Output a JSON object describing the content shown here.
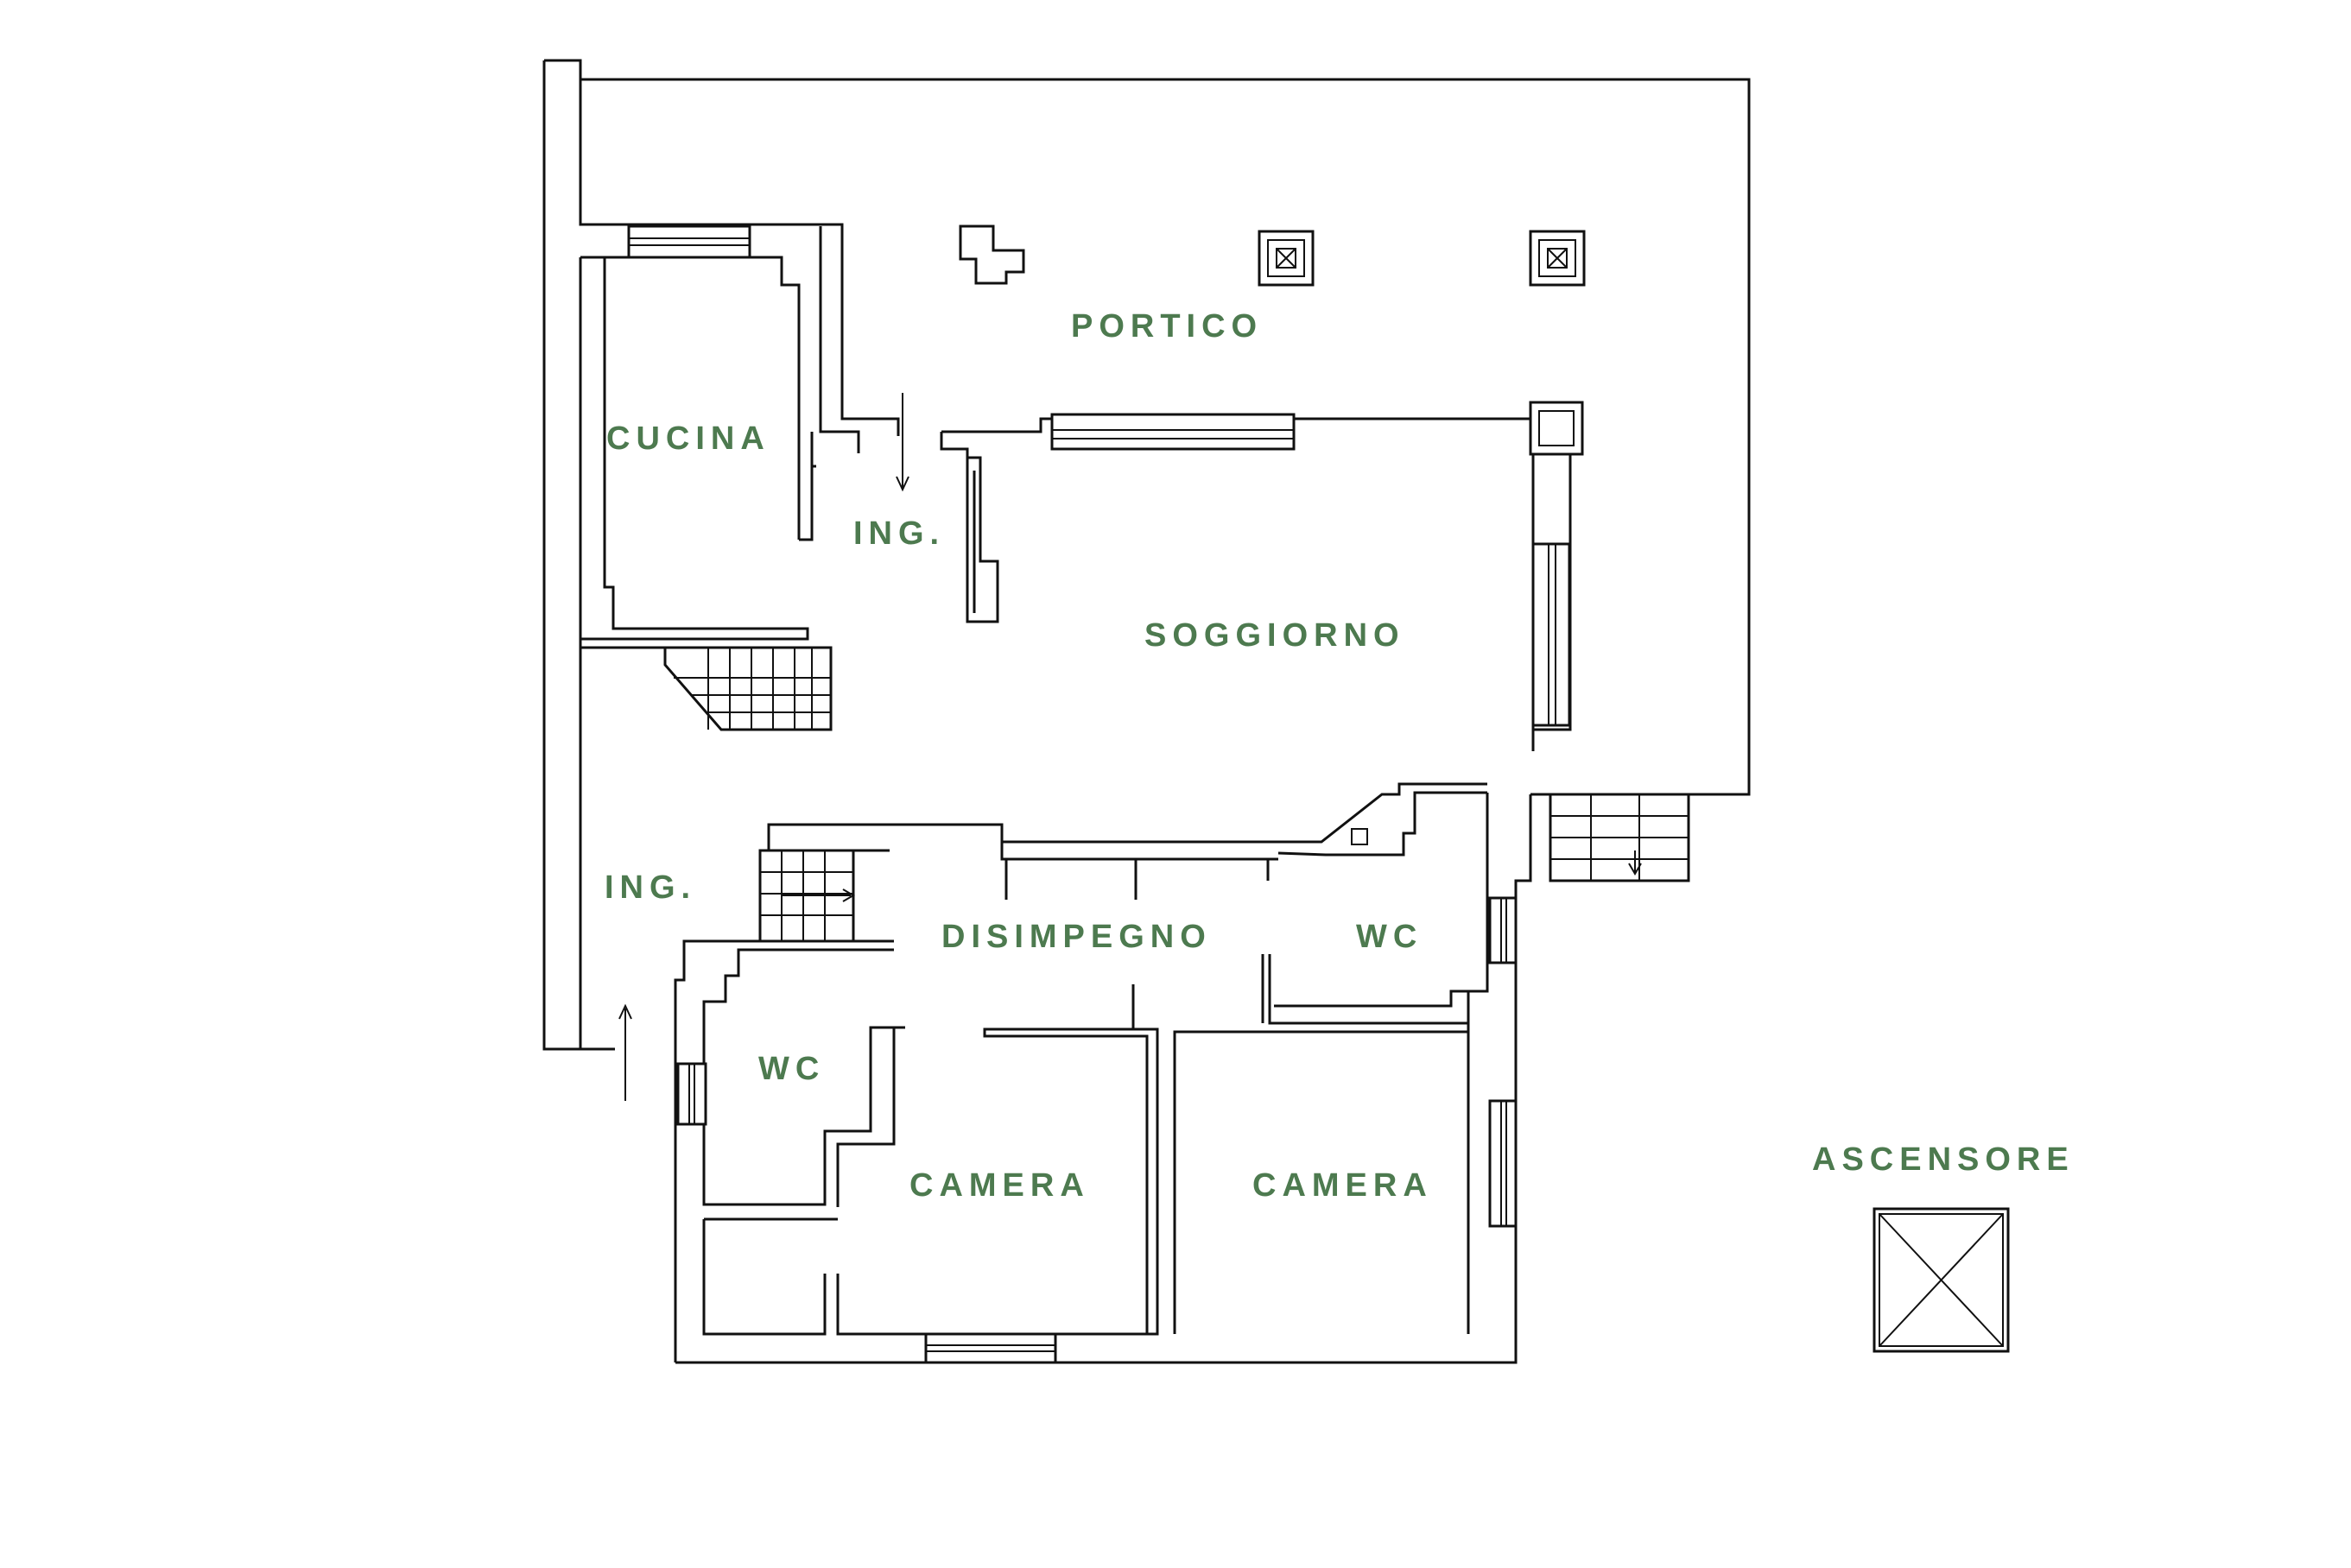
{
  "plan": {
    "label_color": "#4d7a4f",
    "line_color": "#111111",
    "rooms": [
      {
        "id": "portico",
        "label": "PORTICO"
      },
      {
        "id": "cucina",
        "label": "CUCINA"
      },
      {
        "id": "ing-top",
        "label": "ING."
      },
      {
        "id": "soggiorno",
        "label": "SOGGIORNO"
      },
      {
        "id": "ing-left",
        "label": "ING."
      },
      {
        "id": "disimpegno",
        "label": "DISIMPEGNO"
      },
      {
        "id": "wc-right",
        "label": "WC"
      },
      {
        "id": "wc-left",
        "label": "WC"
      },
      {
        "id": "camera-left",
        "label": "CAMERA"
      },
      {
        "id": "camera-right",
        "label": "CAMERA"
      }
    ],
    "legend": {
      "elevator_label": "ASCENSORE",
      "elevator_icon": "elevator-icon"
    }
  }
}
